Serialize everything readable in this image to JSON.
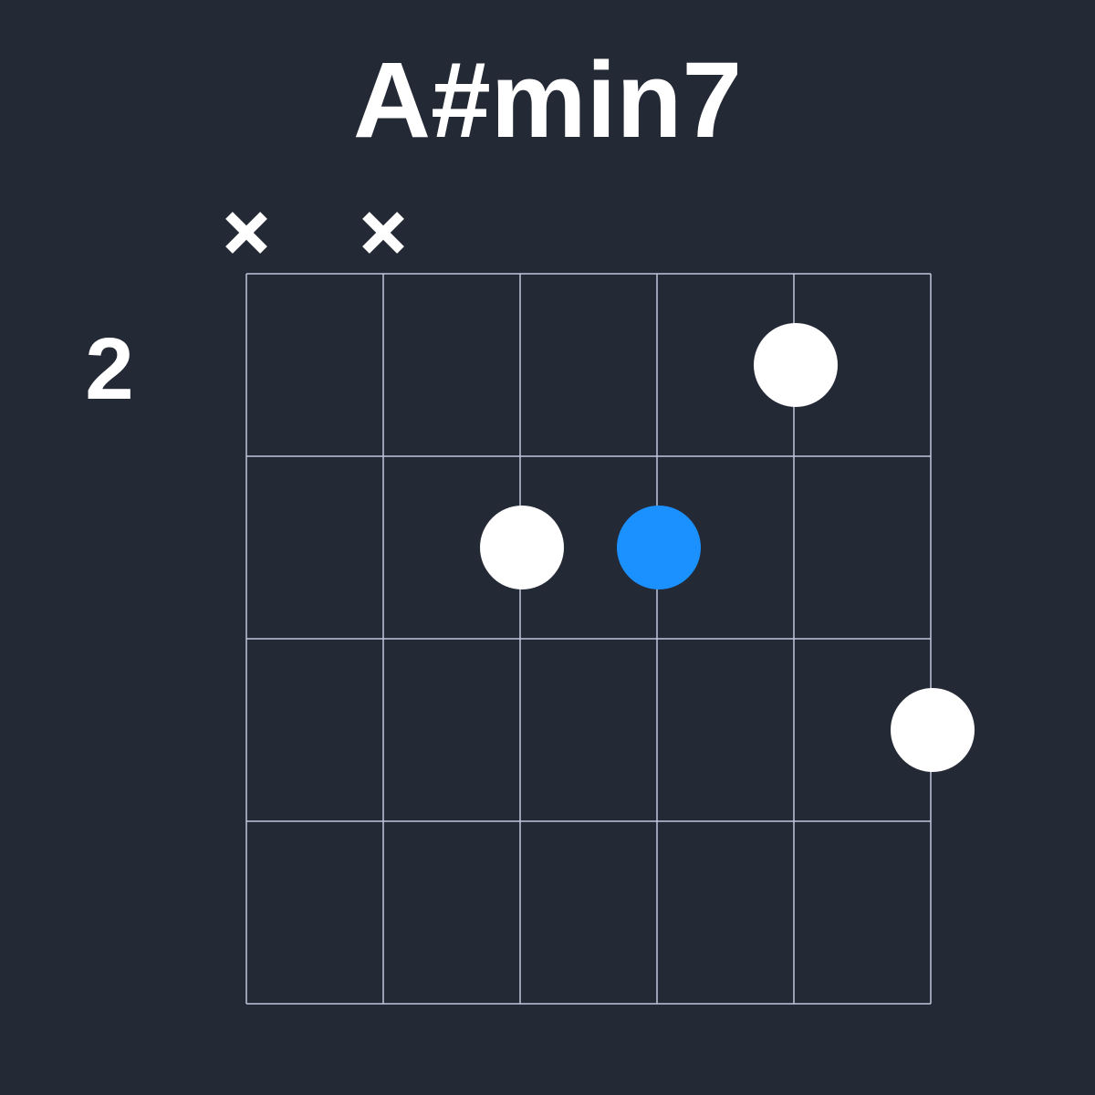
{
  "chord": {
    "name": "A#min7",
    "start_fret": "2",
    "strings": 6,
    "frets": 4,
    "muted_strings": [
      1,
      2
    ],
    "dots": [
      {
        "string": 5,
        "fret": 1,
        "color": "#ffffff",
        "root": false
      },
      {
        "string": 3,
        "fret": 2,
        "color": "#ffffff",
        "root": false
      },
      {
        "string": 4,
        "fret": 2,
        "color": "#1a91ff",
        "root": true
      },
      {
        "string": 6,
        "fret": 3,
        "color": "#ffffff",
        "root": false
      }
    ]
  },
  "colors": {
    "background": "#242936",
    "grid": "#c0c6dc",
    "dot": "#ffffff",
    "root_dot": "#1a91ff"
  }
}
